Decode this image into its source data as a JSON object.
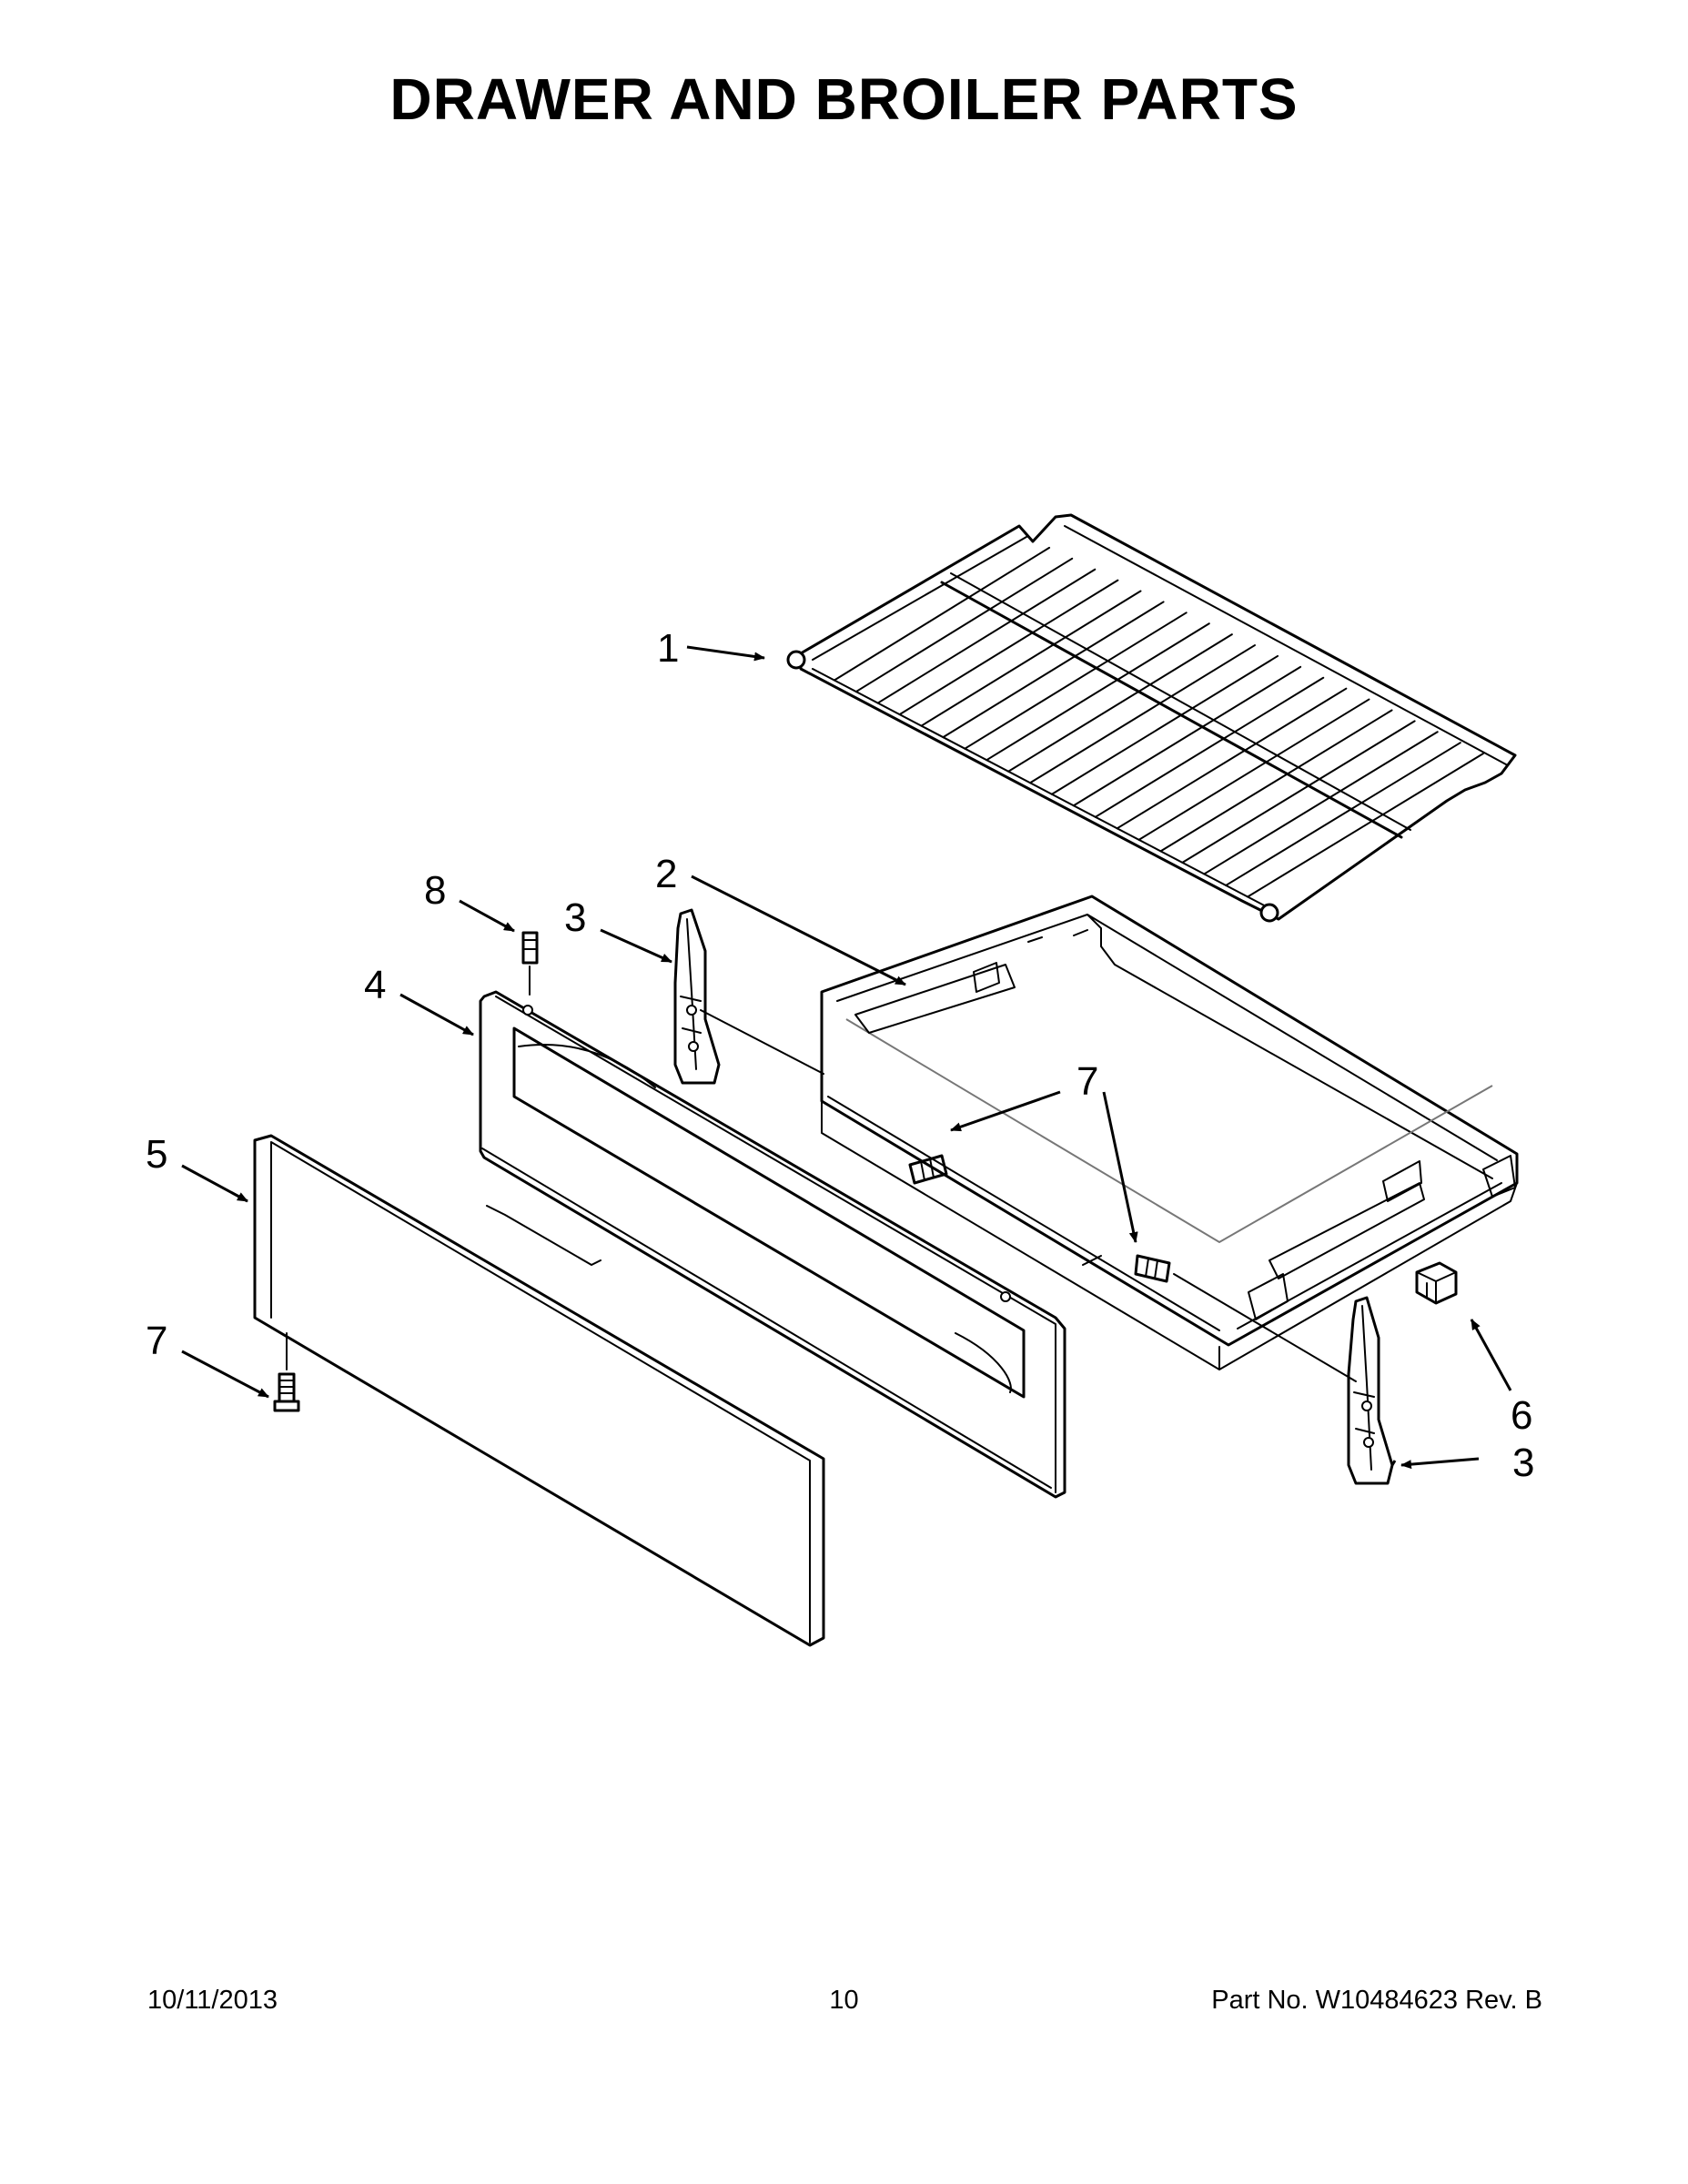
{
  "page": {
    "title": "DRAWER AND BROILER PARTS",
    "date": "10/11/2013",
    "page_number": "10",
    "part_number": "Part No.  W10484623  Rev.  B"
  },
  "callouts": {
    "c1": "1",
    "c2": "2",
    "c3a": "3",
    "c3b": "3",
    "c4": "4",
    "c5": "5",
    "c6": "6",
    "c7a": "7",
    "c7b": "7",
    "c8": "8"
  }
}
